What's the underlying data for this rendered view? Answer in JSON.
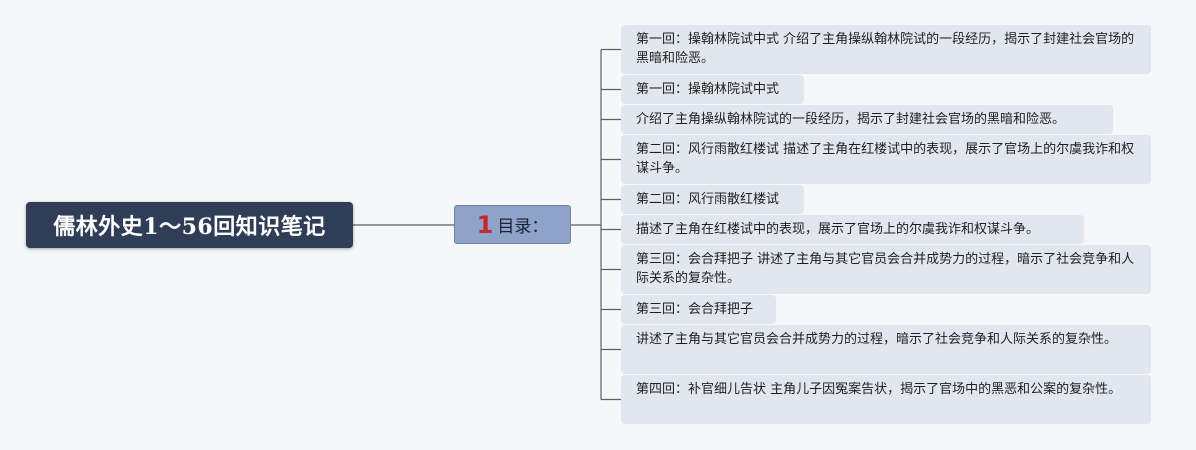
{
  "root": {
    "title": "儒林外史1～56回知识笔记"
  },
  "branch": {
    "number": "1",
    "label": "目录："
  },
  "leaves": [
    {
      "text": "第一回：操翰林院试中式 介绍了主角操纵翰林院试的一段经历，揭示了封建社会官场的黑暗和险恶。"
    },
    {
      "text": "第一回：操翰林院试中式"
    },
    {
      "text": "介绍了主角操纵翰林院试的一段经历，揭示了封建社会官场的黑暗和险恶。"
    },
    {
      "text": "第二回：风行雨散红楼试 描述了主角在红楼试中的表现，展示了官场上的尔虞我诈和权谋斗争。"
    },
    {
      "text": "第二回：风行雨散红楼试"
    },
    {
      "text": "描述了主角在红楼试中的表现，展示了官场上的尔虞我诈和权谋斗争。"
    },
    {
      "text": "第三回：会合拜把子 讲述了主角与其它官员会合并成势力的过程，暗示了社会竞争和人际关系的复杂性。"
    },
    {
      "text": "第三回：会合拜把子"
    },
    {
      "text": "讲述了主角与其它官员会合并成势力的过程，暗示了社会竞争和人际关系的复杂性。"
    },
    {
      "text": "第四回：补官细儿告状 主角儿子因冤案告状，揭示了官场中的黑恶和公案的复杂性。"
    }
  ],
  "colors": {
    "background": "#f6f7f9",
    "root_fill": "#2f3d56",
    "branch_fill": "#8fa3c9",
    "branch_number": "#c62833",
    "leaf_fill": "#e1e6ef",
    "connector": "#5a5f69"
  }
}
